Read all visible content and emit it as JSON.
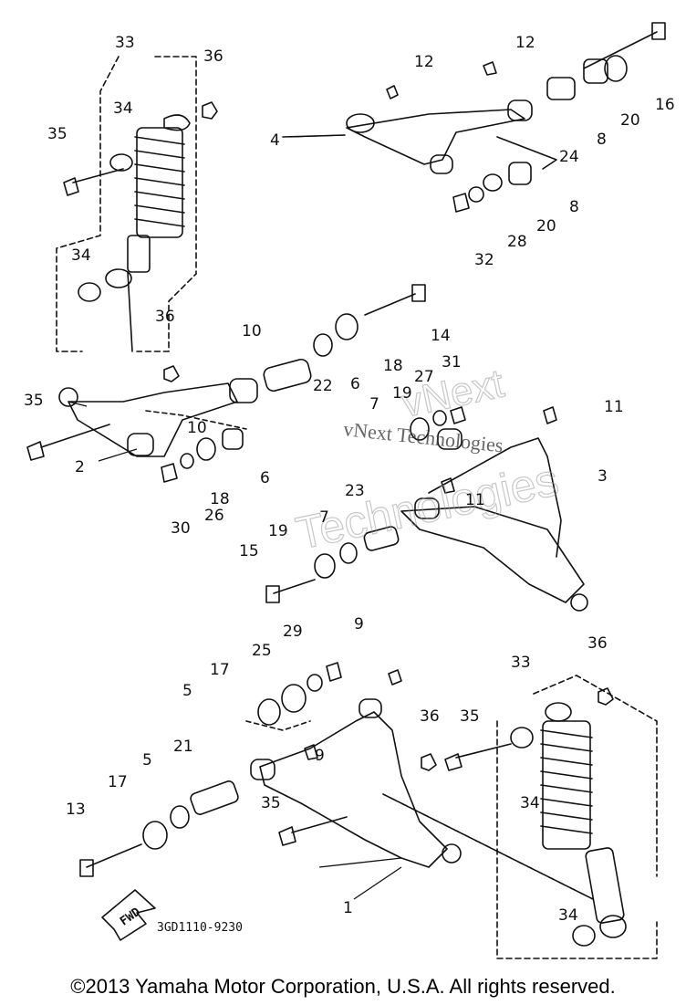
{
  "drawing_code": "3GD1110-9230",
  "fwd_label": "FWD",
  "copyright": "©2013 Yamaha Motor Corporation, U.S.A. All rights reserved.",
  "watermark": {
    "line1": "vNext",
    "line2": "Technologies",
    "inline": "vNext Technologies"
  },
  "parts": [
    {
      "id": "p1",
      "label": "1"
    },
    {
      "id": "p2",
      "label": "2"
    },
    {
      "id": "p3",
      "label": "3"
    },
    {
      "id": "p4",
      "label": "4"
    },
    {
      "id": "p5a",
      "label": "5"
    },
    {
      "id": "p5b",
      "label": "5"
    },
    {
      "id": "p6a",
      "label": "6"
    },
    {
      "id": "p6b",
      "label": "6"
    },
    {
      "id": "p7a",
      "label": "7"
    },
    {
      "id": "p7b",
      "label": "7"
    },
    {
      "id": "p8a",
      "label": "8"
    },
    {
      "id": "p8b",
      "label": "8"
    },
    {
      "id": "p9a",
      "label": "9"
    },
    {
      "id": "p9b",
      "label": "9"
    },
    {
      "id": "p10a",
      "label": "10"
    },
    {
      "id": "p10b",
      "label": "10"
    },
    {
      "id": "p11a",
      "label": "11"
    },
    {
      "id": "p11b",
      "label": "11"
    },
    {
      "id": "p12a",
      "label": "12"
    },
    {
      "id": "p12b",
      "label": "12"
    },
    {
      "id": "p13",
      "label": "13"
    },
    {
      "id": "p14",
      "label": "14"
    },
    {
      "id": "p15",
      "label": "15"
    },
    {
      "id": "p16",
      "label": "16"
    },
    {
      "id": "p17a",
      "label": "17"
    },
    {
      "id": "p17b",
      "label": "17"
    },
    {
      "id": "p18a",
      "label": "18"
    },
    {
      "id": "p18b",
      "label": "18"
    },
    {
      "id": "p19a",
      "label": "19"
    },
    {
      "id": "p19b",
      "label": "19"
    },
    {
      "id": "p20a",
      "label": "20"
    },
    {
      "id": "p20b",
      "label": "20"
    },
    {
      "id": "p21",
      "label": "21"
    },
    {
      "id": "p22",
      "label": "22"
    },
    {
      "id": "p23",
      "label": "23"
    },
    {
      "id": "p24",
      "label": "24"
    },
    {
      "id": "p25",
      "label": "25"
    },
    {
      "id": "p26",
      "label": "26"
    },
    {
      "id": "p27",
      "label": "27"
    },
    {
      "id": "p28",
      "label": "28"
    },
    {
      "id": "p29",
      "label": "29"
    },
    {
      "id": "p30",
      "label": "30"
    },
    {
      "id": "p31",
      "label": "31"
    },
    {
      "id": "p32",
      "label": "32"
    },
    {
      "id": "p33a",
      "label": "33"
    },
    {
      "id": "p33b",
      "label": "33"
    },
    {
      "id": "p34a",
      "label": "34"
    },
    {
      "id": "p34b",
      "label": "34"
    },
    {
      "id": "p34c",
      "label": "34"
    },
    {
      "id": "p34d",
      "label": "34"
    },
    {
      "id": "p35a",
      "label": "35"
    },
    {
      "id": "p35b",
      "label": "35"
    },
    {
      "id": "p35c",
      "label": "35"
    },
    {
      "id": "p35d",
      "label": "35"
    },
    {
      "id": "p36a",
      "label": "36"
    },
    {
      "id": "p36b",
      "label": "36"
    },
    {
      "id": "p36c",
      "label": "36"
    },
    {
      "id": "p36d",
      "label": "36"
    }
  ]
}
